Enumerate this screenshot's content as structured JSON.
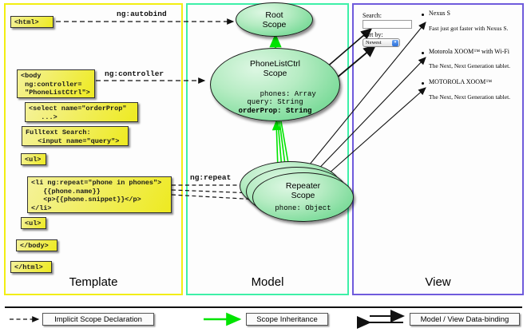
{
  "panels": [
    {
      "id": "template",
      "title": "Template",
      "border_color": "#f2ee12"
    },
    {
      "id": "model",
      "title": "Model",
      "border_color": "#3ef0a8"
    },
    {
      "id": "view",
      "title": "View",
      "border_color": "#6f5bdc"
    }
  ],
  "template": {
    "notes": [
      {
        "name": "html-open-note",
        "text": "<html>"
      },
      {
        "name": "body-controller-note",
        "text": "<body\n ng:controller=\n \"PhoneListCtrl\">"
      },
      {
        "name": "select-orderprop-note",
        "text": "<select name=\"orderProp\"\n   ...>"
      },
      {
        "name": "fulltext-search-note",
        "text": "Fulltext Search:\n   <input name=\"query\">"
      },
      {
        "name": "ul-open-note",
        "text": "<ul>"
      },
      {
        "name": "li-ngrepeat-note",
        "text": "<li ng:repeat=\"phone in phones\">\n   {{phone.name}}\n   <p>{{phone.snippet}}</p>\n</li>"
      },
      {
        "name": "ul-close-note",
        "text": "<ul>"
      },
      {
        "name": "body-close-note",
        "text": "</body>"
      },
      {
        "name": "html-close-note",
        "text": "</html>"
      }
    ]
  },
  "model": {
    "scopes": [
      {
        "name": "root-scope",
        "title": "Root\nScope",
        "props": ""
      },
      {
        "name": "phonelistctrl-scope",
        "title": "PhoneListCtrl\nScope",
        "props_plain": "phones: Array\nquery: String\n",
        "props_bold": "orderProp: String"
      },
      {
        "name": "repeater-scope",
        "title": "Repeater\nScope",
        "props": "phone: Object"
      }
    ]
  },
  "connectors": {
    "autobind_label": "ng:autobind",
    "controller_label": "ng:controller",
    "repeat_label": "ng:repeat"
  },
  "view": {
    "search_label": "Search:",
    "search_value": "",
    "search_placeholder": "",
    "sort_label": "Sort by:",
    "sort_selected": "Newest",
    "sort_options": [
      "Newest"
    ],
    "phones": [
      {
        "name": "Nexus S",
        "snippet": "Fast just got faster with Nexus S."
      },
      {
        "name": "Motorola XOOM™ with Wi-Fi",
        "snippet": "The Next, Next Generation tablet."
      },
      {
        "name": "MOTOROLA XOOM™",
        "snippet": "The Next, Next Generation tablet."
      }
    ]
  },
  "legend": [
    {
      "name": "legend-implicit-scope-declaration",
      "label": "Implicit Scope Declaration",
      "style": "dashed-black-arrow",
      "color": "#111111"
    },
    {
      "name": "legend-scope-inheritance",
      "label": "Scope Inheritance",
      "style": "solid-green-arrow",
      "color": "#00e400"
    },
    {
      "name": "legend-model-view-data-binding",
      "label": "Model / View Data-binding",
      "style": "double-black-arrow",
      "color": "#111111"
    }
  ]
}
